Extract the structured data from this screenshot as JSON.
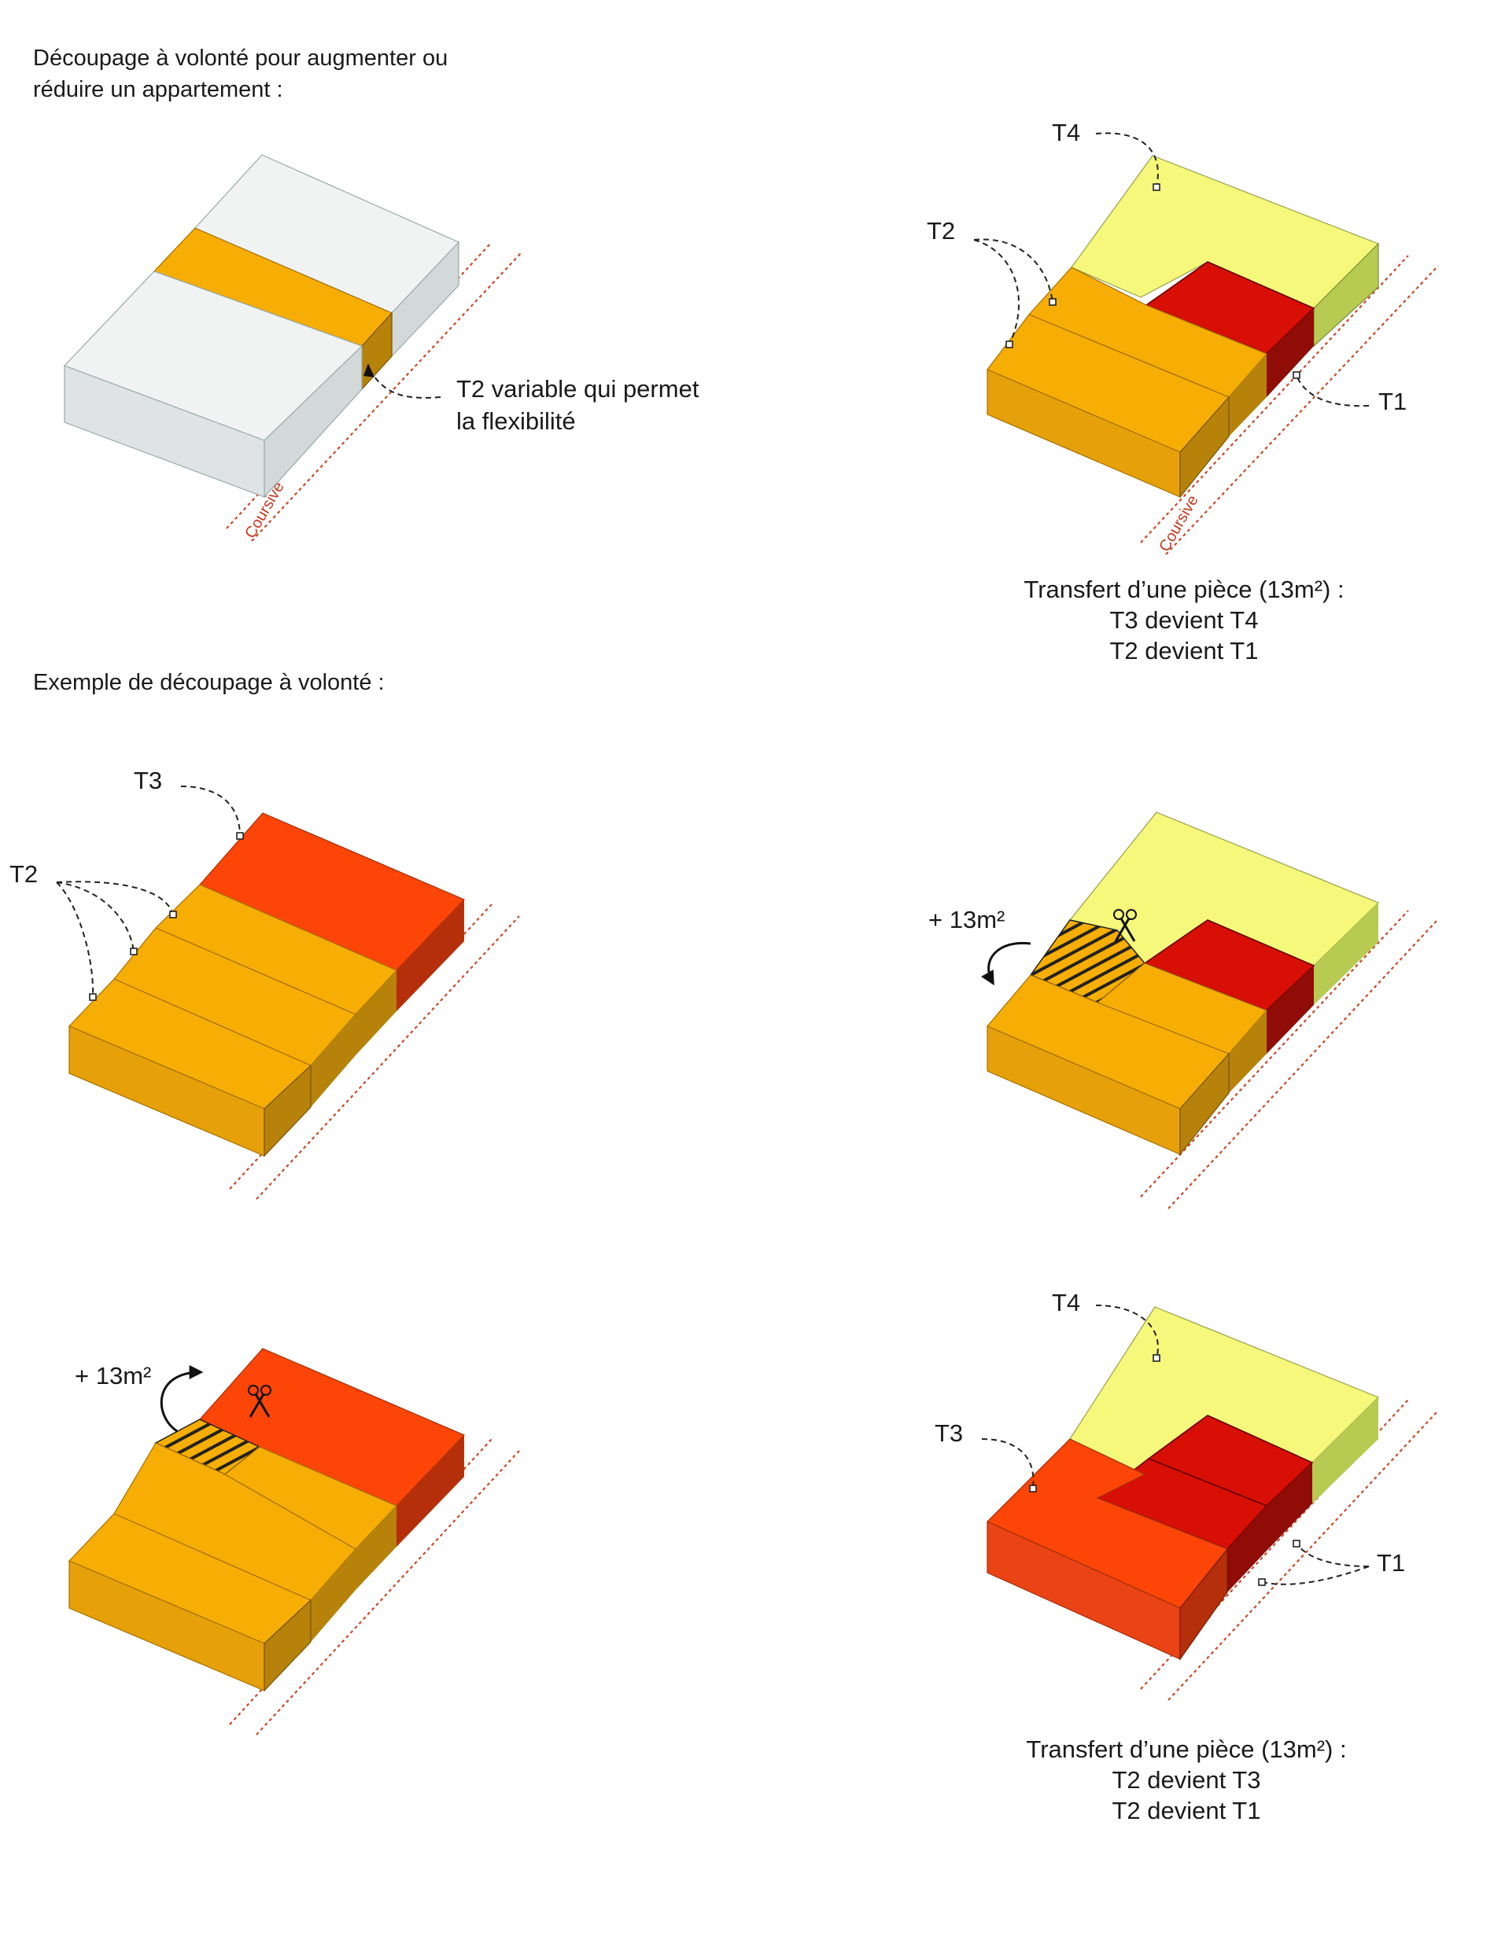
{
  "colors": {
    "white_top": "#f1f3f3",
    "white_side": "#d3d8d9",
    "white_front": "#dfe3e4",
    "t2_top": "#f6ae05",
    "t2_front": "#e6a10a",
    "t2_side": "#b78209",
    "t3_top": "#fe4508",
    "t3_front": "#ea4315",
    "t3_side": "#b5300a",
    "t1_top": "#d80f05",
    "t1_side": "#8f0c07",
    "t4_top": "#f5f87a",
    "t4_side": "#b7cb53",
    "coursive_red": "#c94a2c"
  },
  "panel1": {
    "caption_line1": "Découpage à volonté pour augmenter ou",
    "caption_line2": "réduire un appartement :",
    "annotation_line1": "T2 variable qui permet",
    "annotation_line2": "la flexibilité",
    "coursive": "Coursive"
  },
  "panel2": {
    "label_t4": "T4",
    "label_t2": "T2",
    "label_t1": "T1",
    "coursive": "Coursive",
    "caption_line1": "Transfert d’une pièce (13m²) :",
    "caption_line2": "T3 devient T4",
    "caption_line3": "T2 devient T1"
  },
  "panel3": {
    "caption": "Exemple de découpage à volonté :",
    "label_t3": "T3",
    "label_t2": "T2"
  },
  "panel4": {
    "label_area": "+ 13m²",
    "scissors_icon": "scissors-icon"
  },
  "panel5": {
    "label_area": "+ 13m²",
    "scissors_icon": "scissors-icon"
  },
  "panel6": {
    "label_t4": "T4",
    "label_t3": "T3",
    "label_t1": "T1",
    "caption_line1": "Transfert d’une pièce (13m²) :",
    "caption_line2": "T2 devient T3",
    "caption_line3": "T2 devient T1"
  }
}
